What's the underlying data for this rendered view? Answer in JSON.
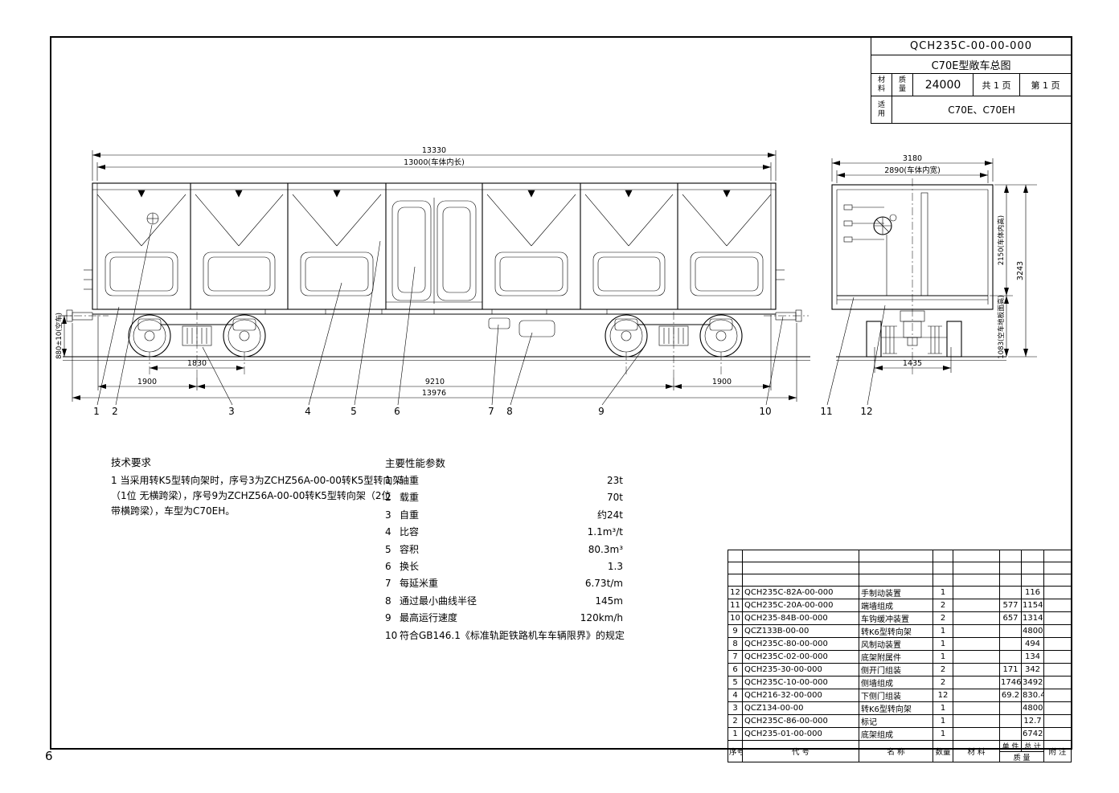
{
  "page": {
    "sheet_number": "6"
  },
  "title_block": {
    "drawing_no": "QCH235C-00-00-000",
    "drawing_title": "C70E型敞车总图",
    "material_label": "材\n料",
    "mass_label": "质\n量",
    "mass_value": "24000",
    "sheet_count": "共 1 页",
    "sheet_index": "第 1 页",
    "usage_label": "适\n用",
    "usage_value": "C70E、C70EH"
  },
  "side_view": {
    "dims": {
      "body_length": "13330",
      "inner_length": "13000(车体内长)",
      "wheelbase": "1830",
      "overhang_left": "1900",
      "bogie_centers": "9210",
      "overhang_right": "1900",
      "coupler_length": "13976",
      "coupler_height": "880±10(空车)"
    },
    "balloons": [
      "1",
      "2",
      "3",
      "4",
      "5",
      "6",
      "7",
      "8",
      "9",
      "10"
    ]
  },
  "end_view": {
    "dims": {
      "max_width": "3180",
      "inner_width": "2890(车体内宽)",
      "inner_height": "2150(车体内高)",
      "max_height": "3243",
      "floor_height": "1083(空车地板面高)",
      "gauge": "1435"
    },
    "balloons": [
      "11",
      "12"
    ]
  },
  "tech_requirements": {
    "title": "技术要求",
    "lines": [
      "1  当采用转K5型转向架时，序号3为ZCHZ56A-00-00转K5型转向架",
      "（1位  无横跨梁），序号9为ZCHZ56A-00-00转K5型转向架（2位",
      "带横跨梁），车型为C70EH。"
    ]
  },
  "performance": {
    "title": "主要性能参数",
    "items": [
      {
        "no": "1",
        "name": "轴重",
        "value": "23t"
      },
      {
        "no": "2",
        "name": "载重",
        "value": "70t"
      },
      {
        "no": "3",
        "name": "自重",
        "value": "约24t"
      },
      {
        "no": "4",
        "name": "比容",
        "value": "1.1m³/t"
      },
      {
        "no": "5",
        "name": "容积",
        "value": "80.3m³"
      },
      {
        "no": "6",
        "name": "换长",
        "value": "1.3"
      },
      {
        "no": "7",
        "name": "每延米重",
        "value": "6.73t/m"
      },
      {
        "no": "8",
        "name": "通过最小曲线半径",
        "value": "145m"
      },
      {
        "no": "9",
        "name": "最高运行速度",
        "value": "120km/h"
      },
      {
        "no": "10",
        "name": "符合GB146.1《标准轨距铁路机车车辆限界》的规定",
        "value": ""
      }
    ]
  },
  "bom": {
    "headers": {
      "no": "序号",
      "code": "代    号",
      "name": "名    称",
      "qty": "数量",
      "material": "材    料",
      "unit": "单 件",
      "total": "总 计",
      "mass": "质  量",
      "note": "附  注"
    },
    "rows": [
      {
        "no": "",
        "code": "",
        "name": "",
        "qty": "",
        "material": "",
        "unit": "",
        "total": "",
        "note": ""
      },
      {
        "no": "",
        "code": "",
        "name": "",
        "qty": "",
        "material": "",
        "unit": "",
        "total": "",
        "note": ""
      },
      {
        "no": "",
        "code": "",
        "name": "",
        "qty": "",
        "material": "",
        "unit": "",
        "total": "",
        "note": ""
      },
      {
        "no": "12",
        "code": "QCH235C-82A-00-000",
        "name": "手制动装置",
        "qty": "1",
        "material": "",
        "unit": "",
        "total": "116",
        "note": ""
      },
      {
        "no": "11",
        "code": "QCH235C-20A-00-000",
        "name": "端墙组成",
        "qty": "2",
        "material": "",
        "unit": "577",
        "total": "1154",
        "note": ""
      },
      {
        "no": "10",
        "code": "QCH235-84B-00-000",
        "name": "车钩缓冲装置",
        "qty": "2",
        "material": "",
        "unit": "657",
        "total": "1314",
        "note": ""
      },
      {
        "no": "9",
        "code": "QCZ133B-00-00",
        "name": "转K6型转向架",
        "qty": "1",
        "material": "",
        "unit": "",
        "total": "4800",
        "note": ""
      },
      {
        "no": "8",
        "code": "QCH235C-80-00-000",
        "name": "风制动装置",
        "qty": "1",
        "material": "",
        "unit": "",
        "total": "494",
        "note": ""
      },
      {
        "no": "7",
        "code": "QCH235C-02-00-000",
        "name": "底架附属件",
        "qty": "1",
        "material": "",
        "unit": "",
        "total": "134",
        "note": ""
      },
      {
        "no": "6",
        "code": "QCH235-30-00-000",
        "name": "侧开门组装",
        "qty": "2",
        "material": "",
        "unit": "171",
        "total": "342",
        "note": ""
      },
      {
        "no": "5",
        "code": "QCH235C-10-00-000",
        "name": "侧墙组成",
        "qty": "2",
        "material": "",
        "unit": "1746",
        "total": "3492",
        "note": ""
      },
      {
        "no": "4",
        "code": "QCH216-32-00-000",
        "name": "下侧门组装",
        "qty": "12",
        "material": "",
        "unit": "69.2",
        "total": "830.4",
        "note": ""
      },
      {
        "no": "3",
        "code": "QCZ134-00-00",
        "name": "转K6型转向架",
        "qty": "1",
        "material": "",
        "unit": "",
        "total": "4800",
        "note": ""
      },
      {
        "no": "2",
        "code": "QCH235C-86-00-000",
        "name": "标记",
        "qty": "1",
        "material": "",
        "unit": "",
        "total": "12.7",
        "note": ""
      },
      {
        "no": "1",
        "code": "QCH235-01-00-000",
        "name": "底架组成",
        "qty": "1",
        "material": "",
        "unit": "",
        "total": "6742",
        "note": ""
      }
    ]
  }
}
